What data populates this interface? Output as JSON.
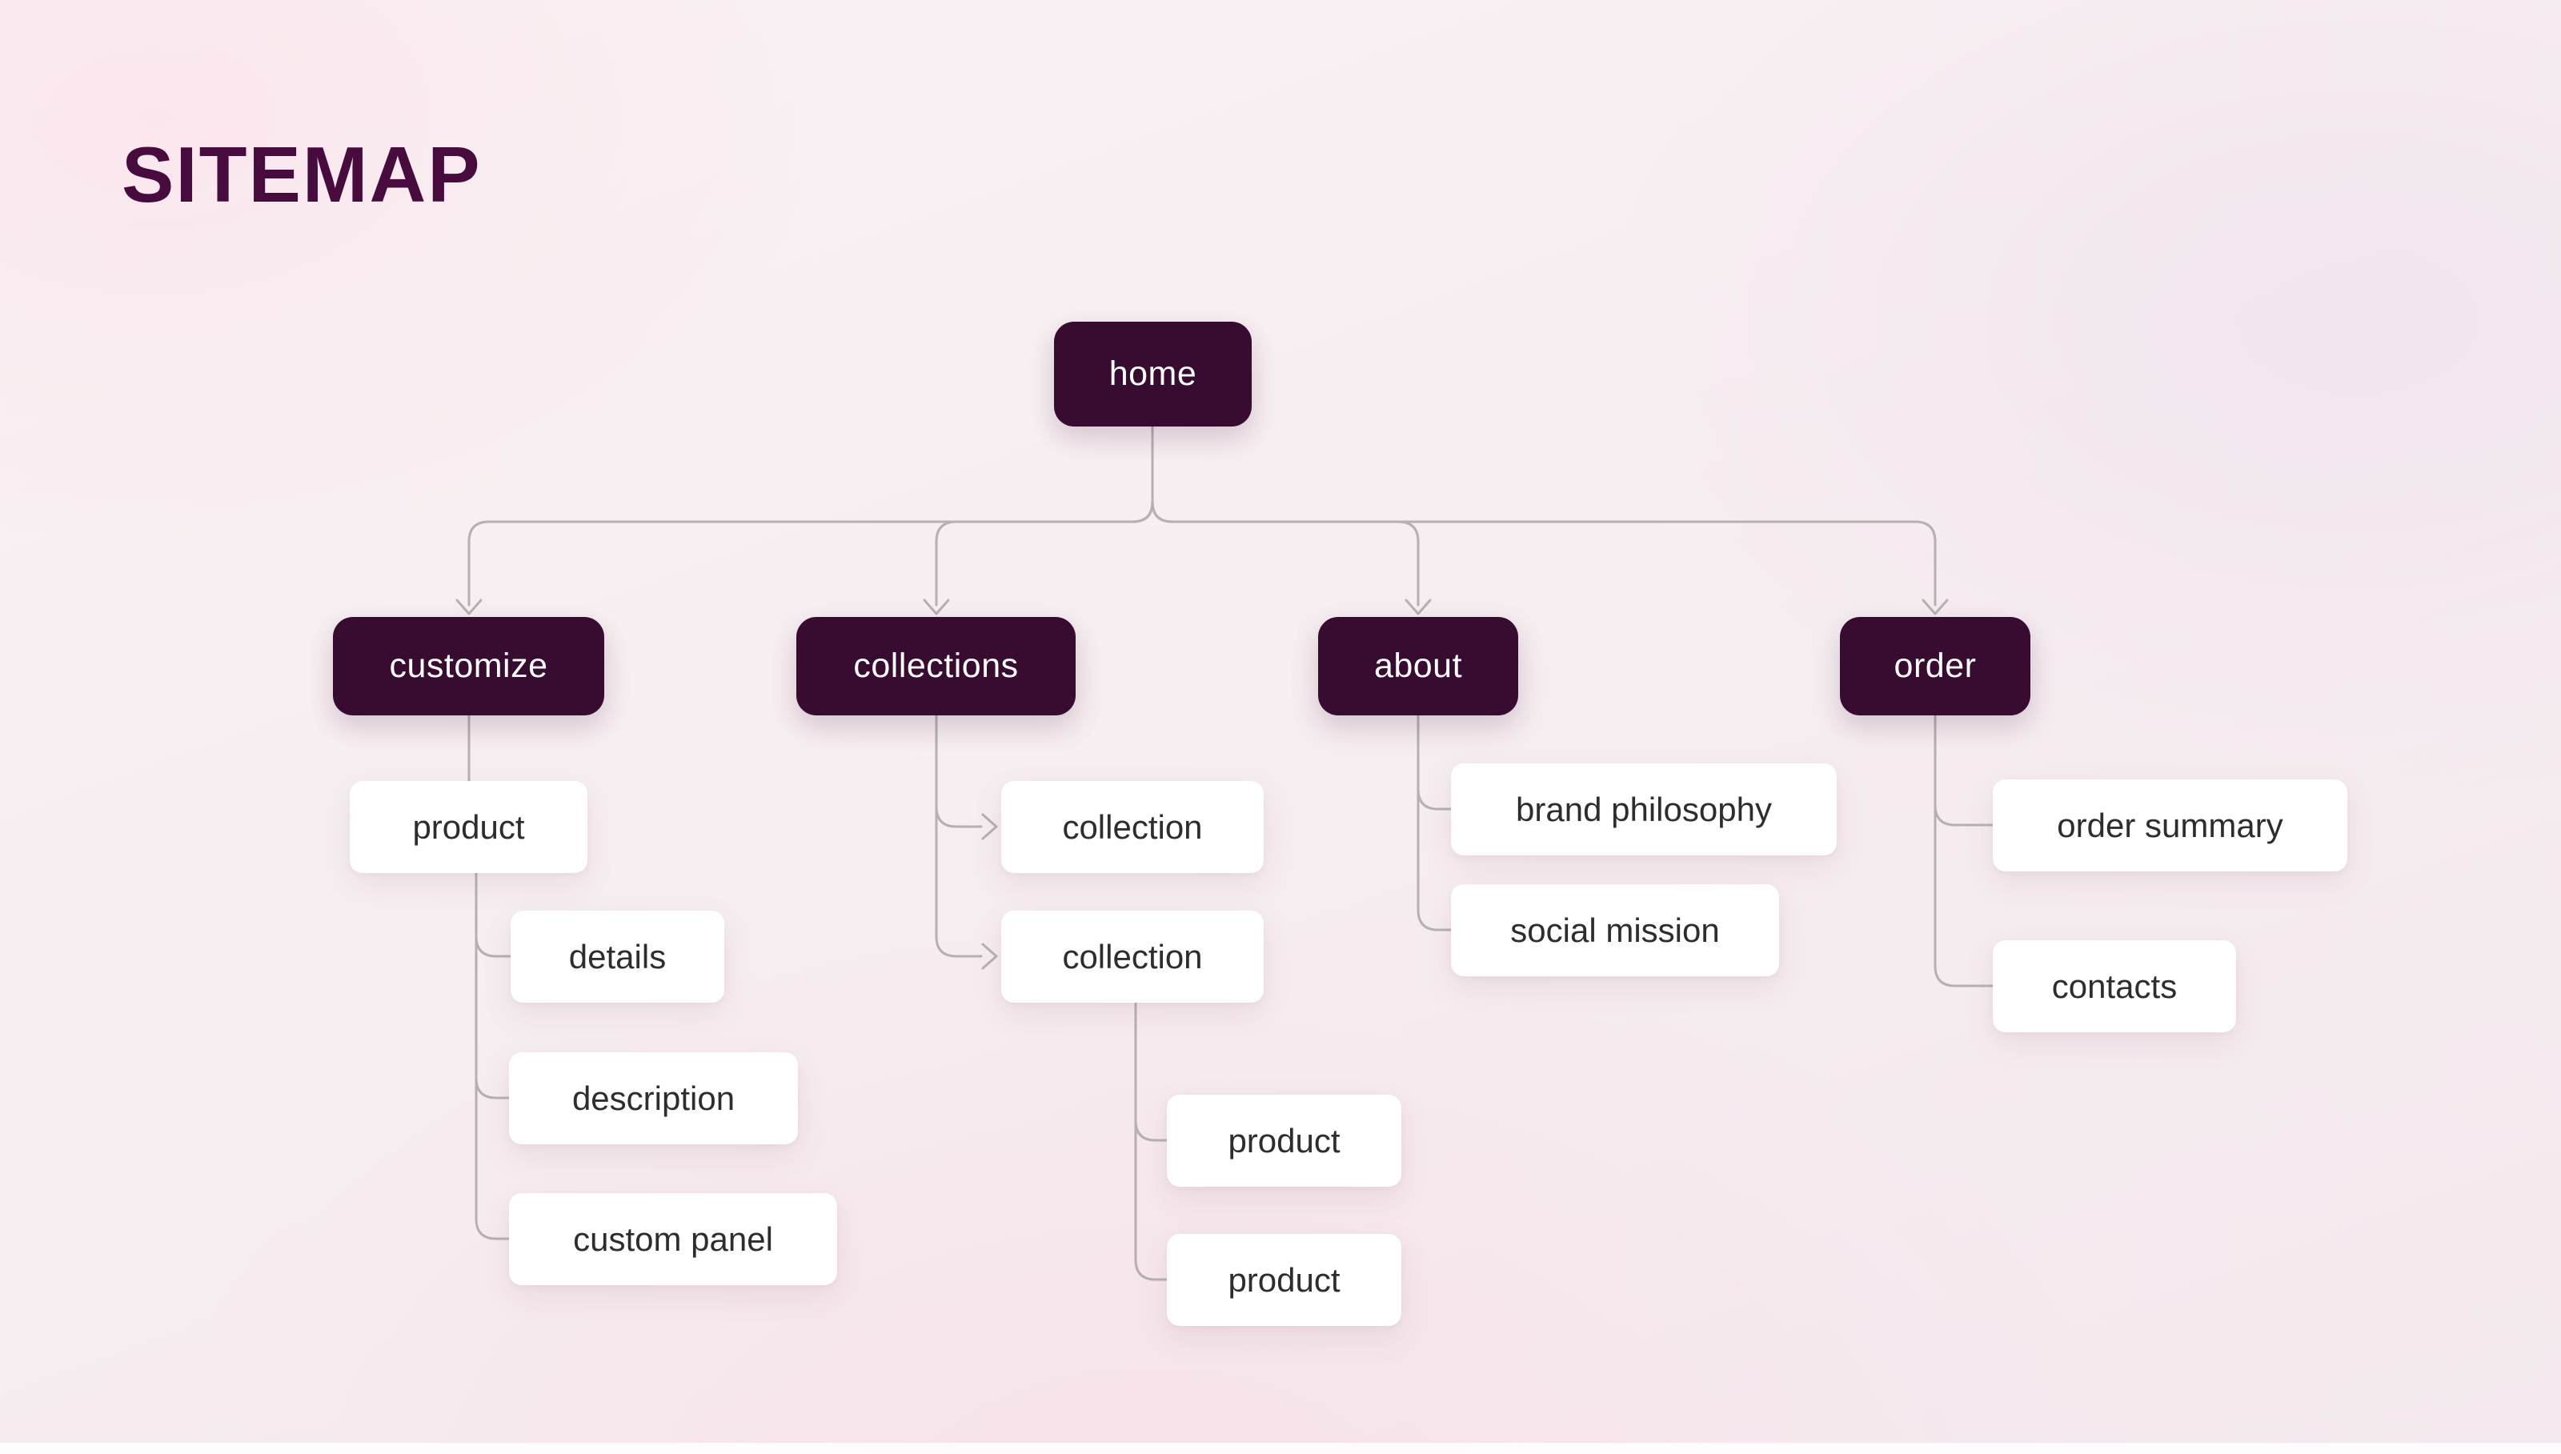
{
  "page": {
    "title": "SITEMAP"
  },
  "colors": {
    "title": "#470b3d",
    "dark_node_bg": "#380b31",
    "dark_node_text": "#ffffff",
    "light_node_bg": "#ffffff",
    "light_node_text": "#2d2d2d",
    "connector": "#b6b0b3"
  },
  "sitemap": {
    "root": {
      "label": "home",
      "children": [
        {
          "label": "customize",
          "children": [
            {
              "label": "product",
              "children": [
                {
                  "label": "details"
                },
                {
                  "label": "description"
                },
                {
                  "label": "custom panel"
                }
              ]
            }
          ]
        },
        {
          "label": "collections",
          "children": [
            {
              "label": "collection"
            },
            {
              "label": "collection",
              "children": [
                {
                  "label": "product"
                },
                {
                  "label": "product"
                }
              ]
            }
          ]
        },
        {
          "label": "about",
          "children": [
            {
              "label": "brand philosophy"
            },
            {
              "label": "social mission"
            }
          ]
        },
        {
          "label": "order",
          "children": [
            {
              "label": "order summary"
            },
            {
              "label": "contacts"
            }
          ]
        }
      ]
    }
  }
}
